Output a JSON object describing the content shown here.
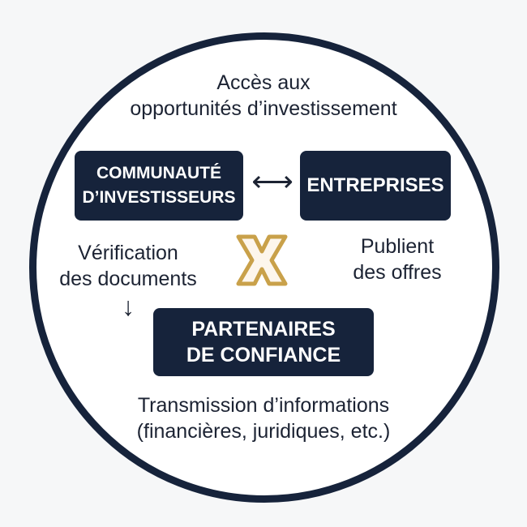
{
  "top_text": [
    "Accès aux",
    "opportunités d’investissement"
  ],
  "community": [
    "COMMUNAUTÉ",
    "D’INVESTISSEURS"
  ],
  "enterprises": "ENTREPRISES",
  "verification": [
    "Vérification",
    "des documents"
  ],
  "publish": [
    "Publient",
    "des offres"
  ],
  "partners": [
    "PARTENAIRES",
    "DE CONFIANCE"
  ],
  "bottom_text": [
    "Transmission d’informations",
    "(financières, juridiques, etc.)"
  ],
  "arrows": {
    "bidirectional": "⟷",
    "down": "↓"
  },
  "colors": {
    "navy": "#16233b",
    "gold": "#c9a14a"
  }
}
